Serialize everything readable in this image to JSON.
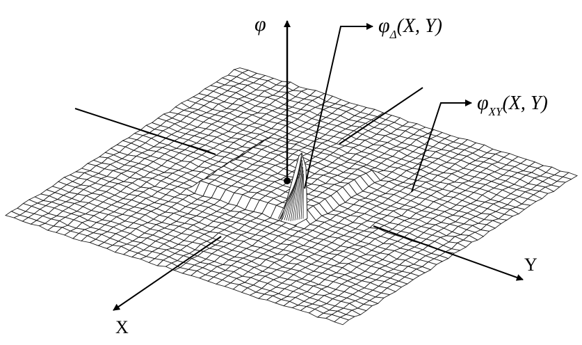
{
  "labels": {
    "phi": "φ",
    "phi_delta": {
      "symbol": "φ",
      "subscript": "Δ",
      "args": "(X, Y)"
    },
    "phi_xy": {
      "symbol": "φ",
      "subscript": "XY",
      "args": "(X, Y)"
    },
    "axis_x": "X",
    "axis_y": "Y"
  },
  "colors": {
    "ink": "#000000",
    "surface": "#ffffff"
  }
}
